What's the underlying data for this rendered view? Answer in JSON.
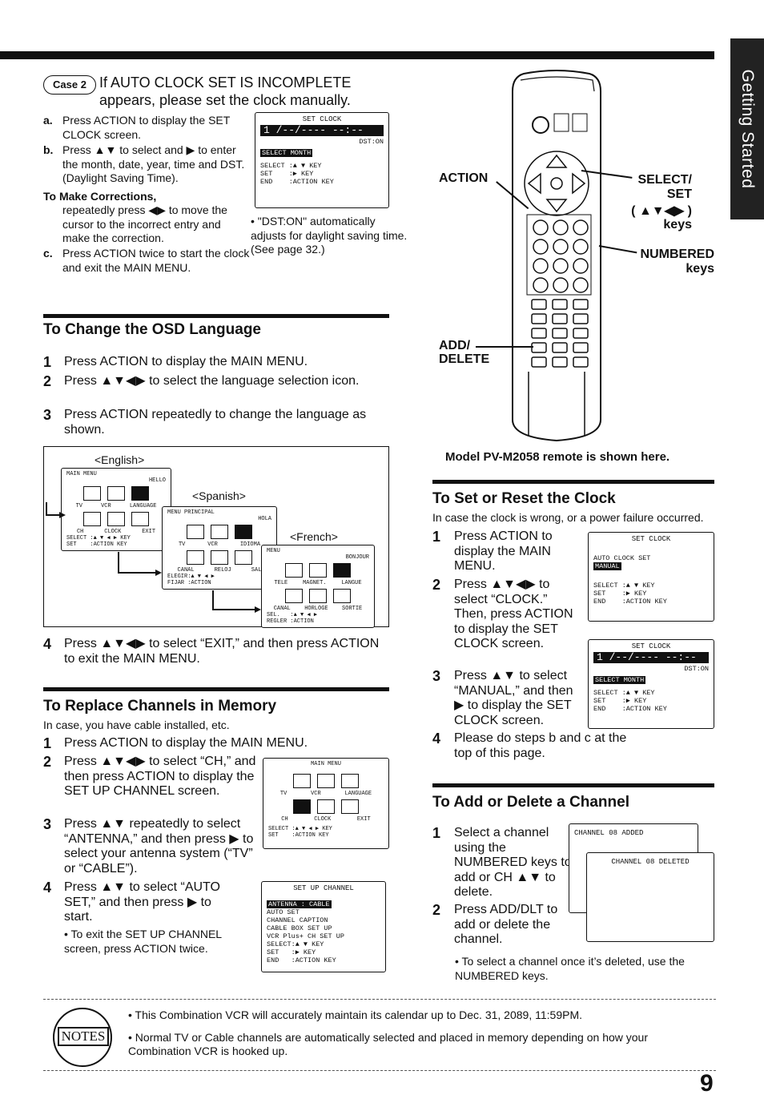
{
  "side_tab": "Getting Started",
  "page_number": "9",
  "case2": {
    "badge": "Case 2",
    "line1": "If AUTO CLOCK SET IS INCOMPLETE",
    "line2": "appears, please set the clock manually.",
    "steps": [
      {
        "letter": "a.",
        "text": "Press ACTION to display the SET CLOCK screen."
      },
      {
        "letter": "b.",
        "text": "Press ▲▼ to select and ▶ to enter the month, date, year, time and DST. (Daylight Saving Time)."
      },
      {
        "letter": "c.",
        "text": "Press ACTION twice to start the clock and exit the MAIN MENU."
      }
    ],
    "corrections_title": "To Make Corrections,",
    "corrections_text": "repeatedly press ◀▶ to move the cursor to the incorrect entry and make the correction.",
    "screen": {
      "title": "SET CLOCK",
      "bar": "1 /--/----     --:--",
      "dst": "DST:ON",
      "highlight": "SELECT MONTH",
      "lines": [
        "SELECT :▲ ▼ KEY",
        "SET    :▶ KEY",
        "END    :ACTION KEY"
      ]
    },
    "note": "• \"DST:ON\" automatically adjusts for daylight saving time. (See page 32.)"
  },
  "remote": {
    "labels": {
      "action": "ACTION",
      "select_set": "SELECT/ SET",
      "select_keys": "( ▲▼◀▶ )",
      "keys": "keys",
      "numbered": "NUMBERED",
      "numbered_keys": "keys",
      "add": "ADD/",
      "delete": "DELETE"
    },
    "caption": "Model PV-M2058 remote is shown here."
  },
  "osd": {
    "title": "To Change the OSD Language",
    "steps": [
      {
        "n": "1",
        "text": "Press ACTION to display the MAIN MENU."
      },
      {
        "n": "2",
        "text": "Press ▲▼◀▶ to select the language selection icon."
      },
      {
        "n": "3",
        "text": "Press ACTION repeatedly to change the language as shown."
      },
      {
        "n": "4",
        "text": "Press ▲▼◀▶ to select “EXIT,” and then press ACTION to exit the MAIN MENU."
      }
    ],
    "english": "<English>",
    "spanish": "<Spanish>",
    "french": "<French>",
    "menu_en": {
      "title": "MAIN MENU",
      "greet": "HELLO",
      "icons": [
        "TV",
        "VCR",
        "LANGUAGE",
        "CH",
        "CLOCK",
        "EXIT"
      ],
      "lines": [
        "SELECT :▲ ▼ ◀ ▶ KEY",
        "SET    :ACTION KEY"
      ]
    },
    "menu_es": {
      "title": "MENU PRINCIPAL",
      "greet": "HOLA",
      "icons": [
        "TV",
        "VCR",
        "IDIOMA",
        "CANAL",
        "RELOJ",
        "SAL"
      ],
      "lines": [
        "ELEGIR:▲ ▼ ◀ ▶",
        "FIJAR :ACTION"
      ]
    },
    "menu_fr": {
      "title": "MENU",
      "greet": "BONJOUR",
      "icons": [
        "TELE",
        "MAGNET.",
        "LANGUE",
        "CANAL",
        "HORLOGE",
        "SORTIE"
      ],
      "lines": [
        "SEL.   :▲ ▼ ◀ ▶",
        "REGLER :ACTION"
      ]
    }
  },
  "channels": {
    "title": "To Replace Channels in Memory",
    "subtitle": "In case, you have cable installed, etc.",
    "steps": [
      {
        "n": "1",
        "text": "Press ACTION to display the MAIN MENU."
      },
      {
        "n": "2",
        "text": "Press ▲▼◀▶ to select “CH,” and then press ACTION to display the SET UP CHANNEL screen."
      },
      {
        "n": "3",
        "text": "Press ▲▼ repeatedly to select “ANTENNA,” and then press ▶ to select your antenna system (“TV” or “CABLE”)."
      },
      {
        "n": "4",
        "text": "Press ▲▼ to select “AUTO SET,” and then press ▶ to start."
      }
    ],
    "bullet": "• To exit the SET UP CHANNEL screen, press ACTION twice.",
    "menu": {
      "title": "MAIN MENU",
      "icons": [
        "TV",
        "VCR",
        "LANGUAGE",
        "CH",
        "CLOCK",
        "EXIT"
      ],
      "lines": [
        "SELECT :▲ ▼ ◀ ▶ KEY",
        "SET    :ACTION KEY"
      ]
    },
    "setup": {
      "title": "SET UP CHANNEL",
      "highlight": "ANTENNA : CABLE",
      "lines": [
        "AUTO SET",
        "CHANNEL CAPTION",
        "CABLE BOX SET UP",
        "VCR Plus+ CH SET UP",
        "SELECT:▲ ▼ KEY",
        "SET   :▶ KEY",
        "END   :ACTION KEY"
      ]
    }
  },
  "clock": {
    "title": "To Set or Reset the Clock",
    "subtitle": "In case the clock is wrong, or a power failure occurred.",
    "steps": [
      {
        "n": "1",
        "text": "Press ACTION to display the MAIN MENU."
      },
      {
        "n": "2",
        "text": "Press ▲▼◀▶ to select “CLOCK.” Then, press ACTION to display the SET CLOCK screen."
      },
      {
        "n": "3",
        "text": "Press ▲▼ to select “MANUAL,” and then ▶ to display the SET CLOCK screen."
      },
      {
        "n": "4",
        "text": "Please do steps b and c at the top of this page."
      }
    ],
    "screen1": {
      "title": "SET CLOCK",
      "lines": [
        "AUTO CLOCK SET"
      ],
      "highlight": "MANUAL",
      "keys": [
        "SELECT :▲ ▼ KEY",
        "SET    :▶ KEY",
        "END    :ACTION KEY"
      ]
    },
    "screen2": {
      "title": "SET CLOCK",
      "bar": "1 /--/----    --:--",
      "dst": "DST:ON",
      "highlight": "SELECT MONTH",
      "keys": [
        "SELECT :▲ ▼ KEY",
        "SET    :▶ KEY",
        "END    :ACTION KEY"
      ]
    }
  },
  "addch": {
    "title": "To Add or Delete a Channel",
    "steps": [
      {
        "n": "1",
        "text": "Select a channel using the NUMBERED keys to add or CH ▲▼ to delete."
      },
      {
        "n": "2",
        "text": "Press ADD/DLT to add or delete the channel."
      }
    ],
    "screen_added": "CHANNEL 08 ADDED",
    "screen_deleted": "CHANNEL 08 DELETED",
    "bullet": "• To select a channel once it’s deleted, use the NUMBERED keys."
  },
  "notes": {
    "logo": "NOTES",
    "items": [
      "•  This Combination VCR will accurately maintain its calendar up to Dec. 31, 2089, 11:59PM.",
      "•  Normal TV or Cable channels are automatically selected and placed in memory depending on how your Combination VCR is hooked up."
    ]
  }
}
